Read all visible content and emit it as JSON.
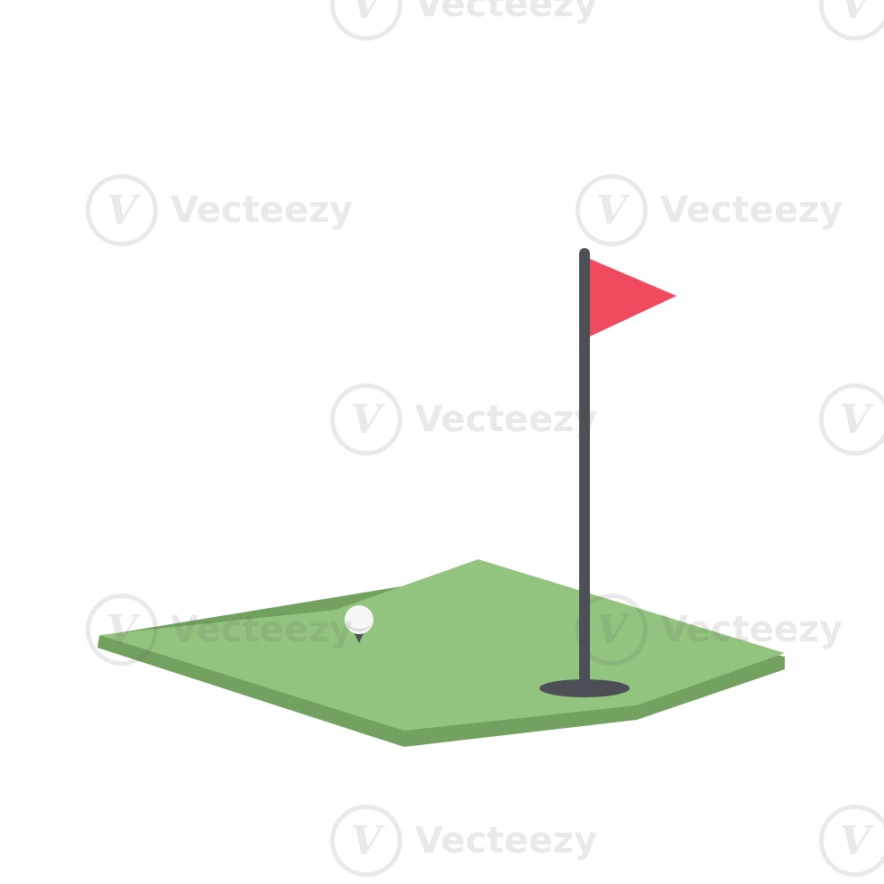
{
  "image": {
    "subject": "golf-green-with-flag-and-ball",
    "background_color": "#ffffff"
  },
  "colors": {
    "green_top": "#93c47f",
    "green_side": "#73a160",
    "flag": "#f04a5f",
    "pole": "#4c4f55",
    "hole": "#4c4f55",
    "ball": "#f7f7f7",
    "ball_shadow": "#d9d9d9",
    "tee": "#4c4f55"
  },
  "watermark": {
    "text": "Vecteezy",
    "logo_glyph": "V"
  }
}
